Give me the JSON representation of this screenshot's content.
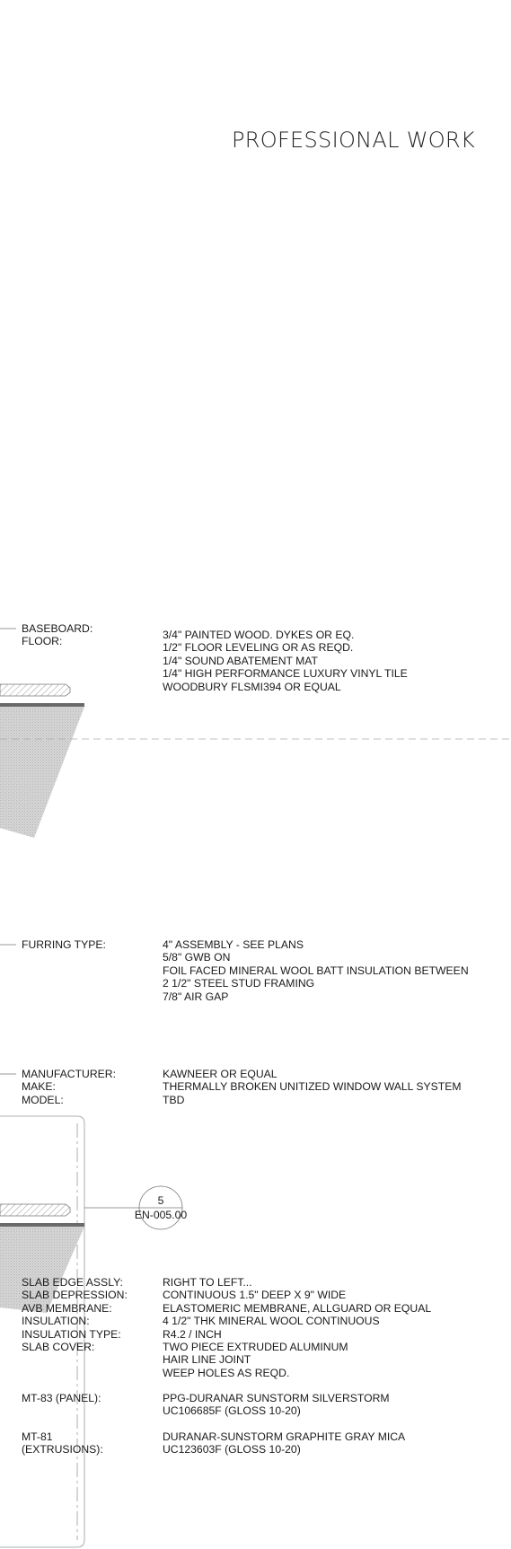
{
  "title": "PROFESSIONAL WORK",
  "callout": {
    "number": "5",
    "sheet": "EN-005.00"
  },
  "floor_note": {
    "labels": [
      "BASEBOARD:",
      "FLOOR:"
    ],
    "values": [
      "3/4\" PAINTED WOOD. DYKES OR EQ.",
      "1/2\" FLOOR LEVELING OR AS REQD.",
      "1/4\" SOUND ABATEMENT MAT",
      "1/4\" HIGH PERFORMANCE LUXURY VINYL TILE",
      "WOODBURY FLSMI394 OR EQUAL"
    ]
  },
  "furring_note": {
    "labels": [
      "FURRING TYPE:"
    ],
    "values": [
      "4\" ASSEMBLY - SEE PLANS",
      "5/8\" GWB ON",
      "FOIL FACED MINERAL WOOL BATT INSULATION BETWEEN",
      "2 1/2\" STEEL STUD FRAMING",
      "7/8\" AIR GAP"
    ]
  },
  "window_note": {
    "labels": [
      "MANUFACTURER:",
      "MAKE:",
      "MODEL:"
    ],
    "values": [
      "KAWNEER OR EQUAL",
      "THERMALLY BROKEN UNITIZED WINDOW WALL SYSTEM",
      "TBD"
    ]
  },
  "slab_note": {
    "labels": [
      "SLAB EDGE ASSLY:",
      "SLAB DEPRESSION:",
      "AVB MEMBRANE:",
      "INSULATION:",
      "INSULATION TYPE:",
      "SLAB COVER:"
    ],
    "values": [
      "RIGHT TO LEFT...",
      "CONTINUOUS 1.5\" DEEP X 9\" WIDE",
      "ELASTOMERIC MEMBRANE, ALLGUARD OR EQUAL",
      "4 1/2\" THK MINERAL WOOL CONTINUOUS",
      "R4.2 / INCH",
      "TWO PIECE EXTRUDED ALUMINUM",
      "HAIR LINE JOINT",
      "WEEP HOLES AS REQD."
    ]
  },
  "panel_note": {
    "labels": [
      "MT-83 (PANEL):"
    ],
    "values": [
      "PPG-DURANAR SUNSTORM SILVERSTORM",
      "UC106685F (GLOSS 10-20)"
    ]
  },
  "extrusion_note": {
    "labels": [
      "MT-81",
      "(EXTRUSIONS):"
    ],
    "values": [
      "DURANAR-SUNSTORM GRAPHITE GRAY MICA",
      "UC123603F (GLOSS 10-20)"
    ]
  }
}
